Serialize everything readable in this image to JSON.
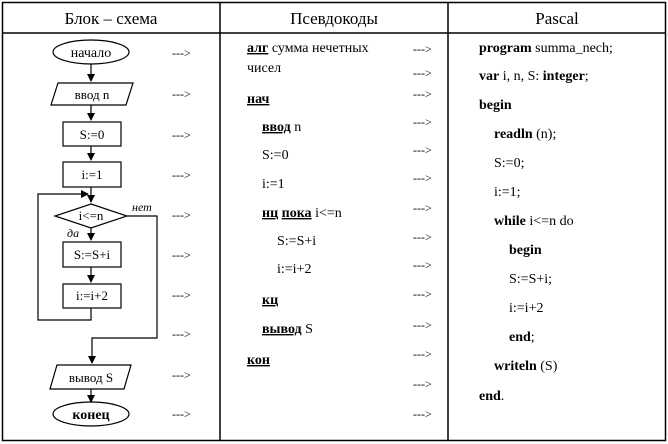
{
  "headers": {
    "flowchart": "Блок – схема",
    "pseudocode": "Псевдокоды",
    "pascal": "Pascal"
  },
  "flowchart": {
    "start": "начало",
    "input": "ввод n",
    "assign_s": "S:=0",
    "assign_i": "i:=1",
    "condition": "i<=n",
    "branch_yes": "да",
    "branch_no": "нет",
    "sum_step": "S:=S+i",
    "inc_step": "i:=i+2",
    "output": "вывод S",
    "end": "конец"
  },
  "arrow_marker": "--->",
  "pseudocode": {
    "alg_keyword": "алг",
    "alg_name_line1": "сумма нечетных",
    "alg_name_line2": "чисел",
    "begin_keyword": "нач",
    "input_keyword": "ввод",
    "input_var": "n",
    "assign_s": "S:=0",
    "assign_i": "i:=1",
    "loop_keyword1": "нц",
    "loop_keyword2": "пока",
    "loop_condition": "i<=n",
    "loop_body1": "S:=S+i",
    "loop_body2": "i:=i+2",
    "loop_end_keyword": "кц",
    "output_keyword": "вывод",
    "output_var": "S",
    "end_keyword": "кон"
  },
  "pascal": {
    "program_keyword": "program",
    "program_name": "summa_nech;",
    "var_keyword": "var",
    "var_list": "i, n, S:",
    "type_keyword": "integer",
    "semicolon": ";",
    "begin1": "begin",
    "readln_keyword": "readln",
    "readln_args": "(n);",
    "assign_s": "S:=0;",
    "assign_i": "i:=1;",
    "while_keyword": "while",
    "while_condition": "i<=n do",
    "begin2": "begin",
    "sum_step": "S:=S+i;",
    "inc_step": "i:=i+2",
    "end_keyword": "end",
    "writeln_keyword": "writeln",
    "writeln_args": "(S)",
    "end_final": "end",
    "period": "."
  }
}
